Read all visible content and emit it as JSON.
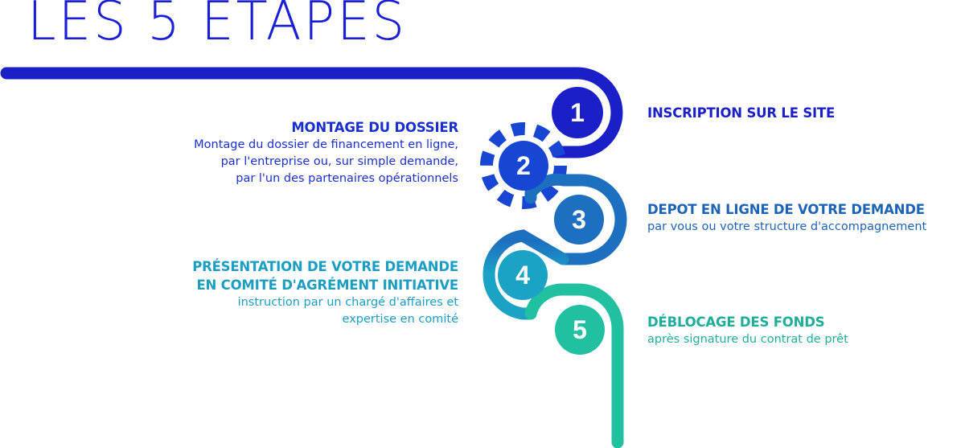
{
  "title": "LES 5 ETAPES",
  "colors": {
    "title": "#1a1fd6",
    "step1": "#1a1fc8",
    "step2": "#1746d4",
    "step3": "#1d6fc0",
    "step4": "#1ba3c6",
    "step5": "#21c0a0"
  },
  "steps": [
    {
      "number": "1",
      "heading": "INSCRIPTION SUR LE SITE",
      "description": []
    },
    {
      "number": "2",
      "heading": "MONTAGE DU DOSSIER",
      "description": [
        "Montage du dossier de financement en ligne,",
        "par l'entreprise ou, sur simple demande,",
        "par l'un des partenaires opérationnels"
      ]
    },
    {
      "number": "3",
      "heading": "DEPOT EN LIGNE DE VOTRE DEMANDE",
      "description": [
        "par vous ou votre structure d'accompagnement"
      ]
    },
    {
      "number": "4",
      "heading": "PRÉSENTATION DE VOTRE DEMANDE",
      "heading2": "EN COMITÉ D'AGRÉMENT INITIATIVE",
      "description": [
        "instruction par un chargé d'affaires et",
        "expertise en comité"
      ]
    },
    {
      "number": "5",
      "heading": "DÉBLOCAGE DES FONDS",
      "description": [
        "après signature du contrat de prêt"
      ]
    }
  ]
}
